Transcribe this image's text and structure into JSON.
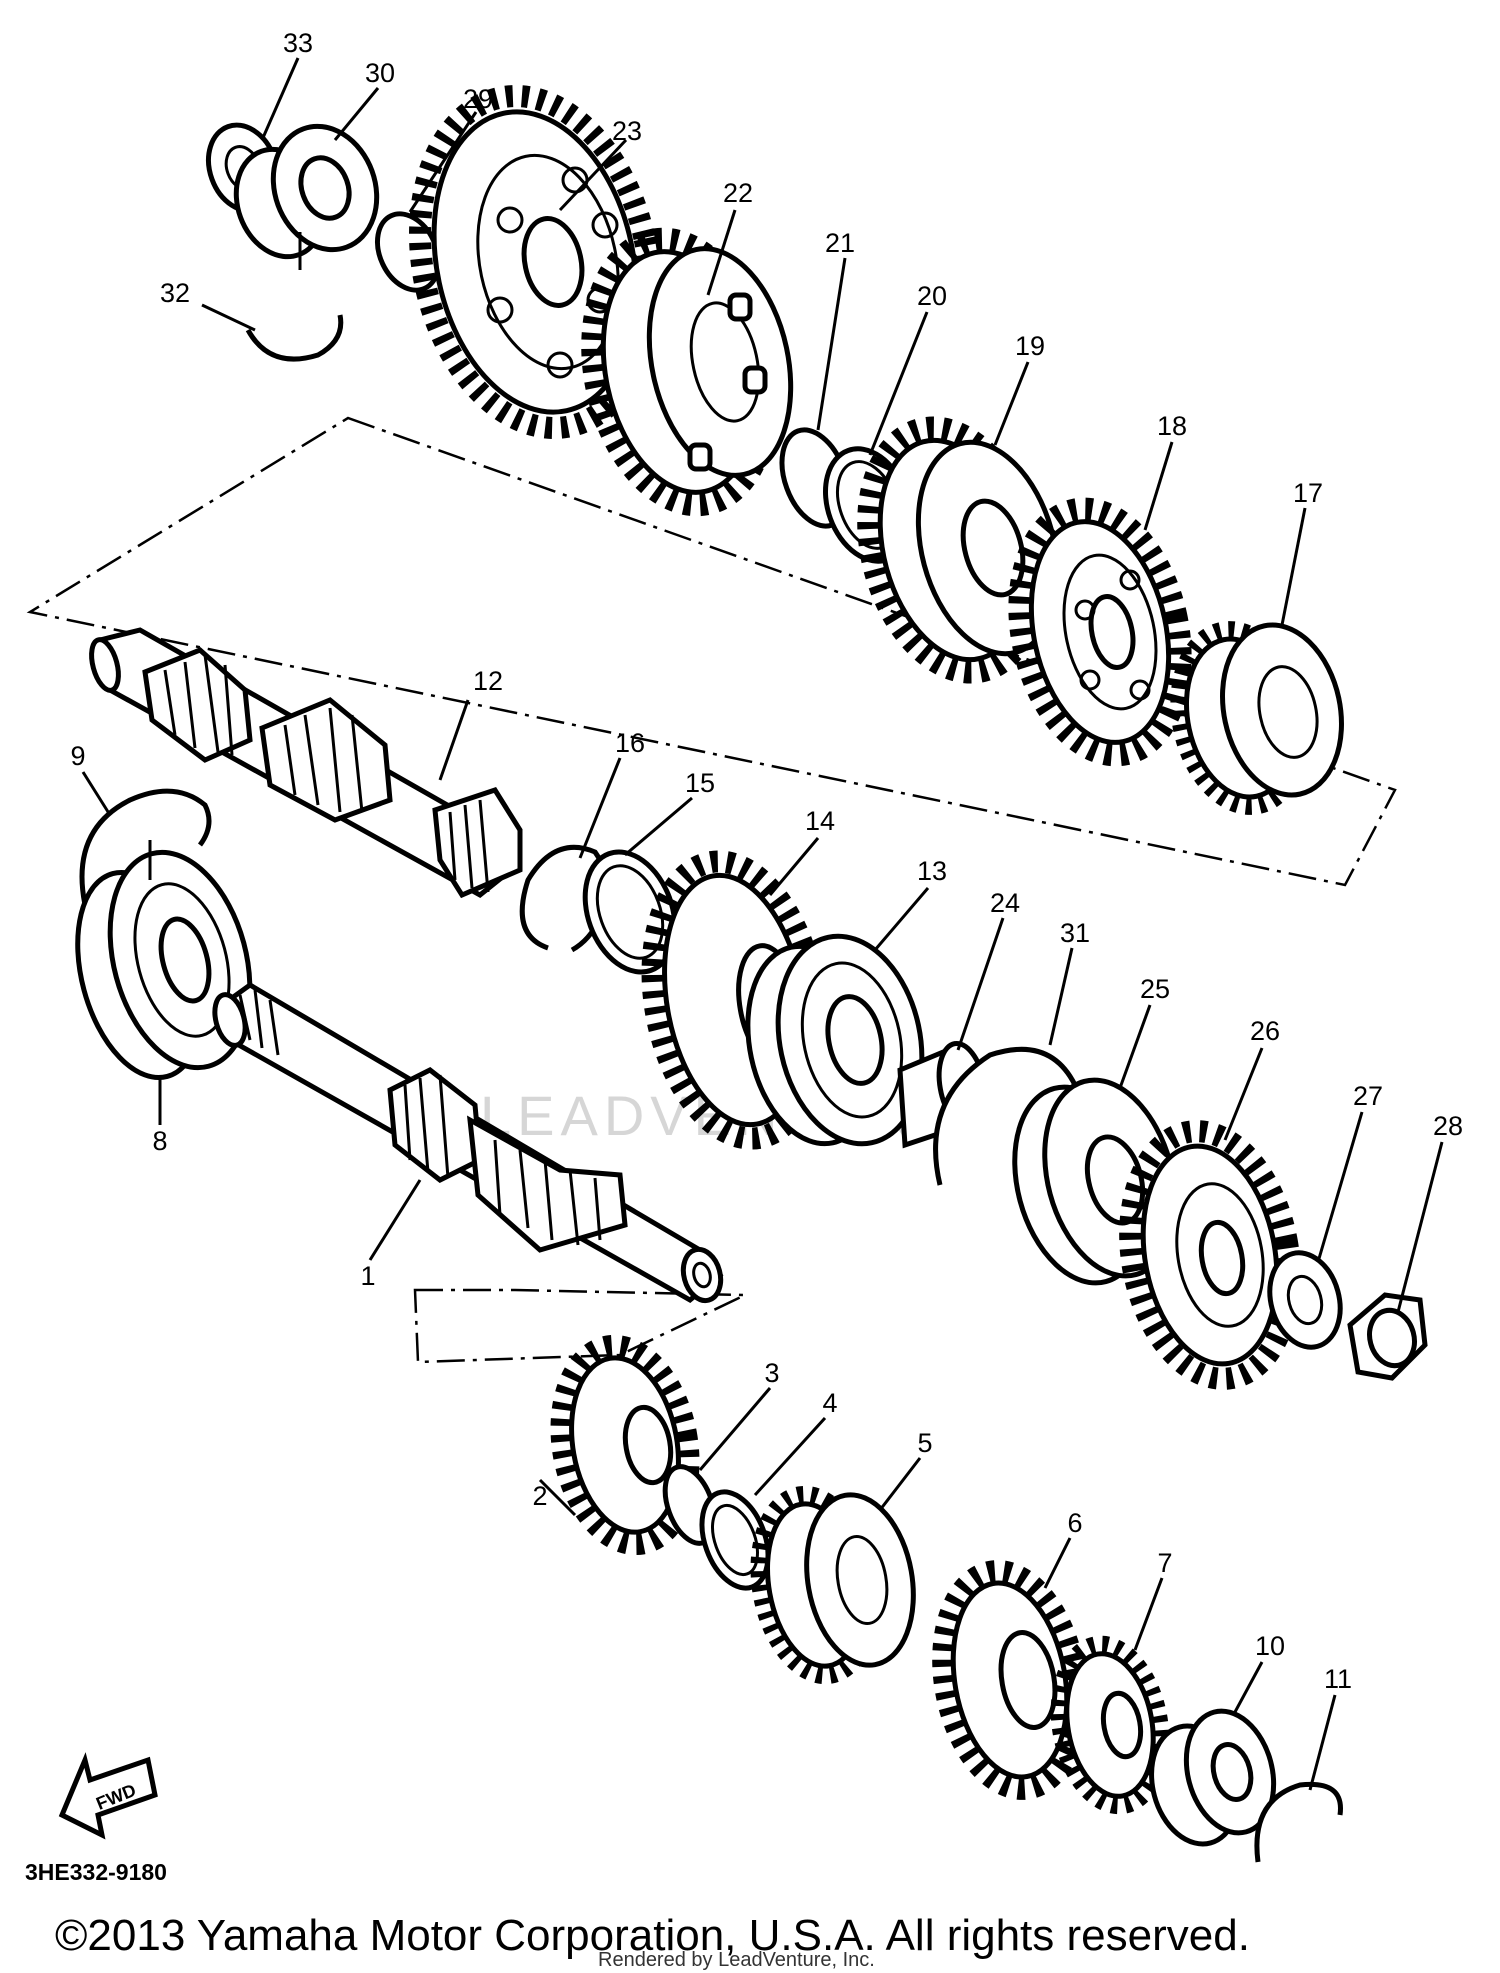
{
  "diagram": {
    "part_number": "3HE332-9180",
    "fwd_label": "FWD",
    "copyright": "©2013 Yamaha Motor Corporation, U.S.A. All rights reserved.",
    "rendered_by": "Rendered by LeadVenture, Inc.",
    "watermark": "LEADVENTURE",
    "callouts": [
      {
        "id": "1",
        "label": "1",
        "part": "main-axle"
      },
      {
        "id": "2",
        "label": "2",
        "part": "gear"
      },
      {
        "id": "3",
        "label": "3",
        "part": "circlip"
      },
      {
        "id": "4",
        "label": "4",
        "part": "washer"
      },
      {
        "id": "5",
        "label": "5",
        "part": "gear"
      },
      {
        "id": "6",
        "label": "6",
        "part": "gear"
      },
      {
        "id": "7",
        "label": "7",
        "part": "gear"
      },
      {
        "id": "8",
        "label": "8",
        "part": "bearing"
      },
      {
        "id": "9",
        "label": "9",
        "part": "circlip"
      },
      {
        "id": "10",
        "label": "10",
        "part": "bearing"
      },
      {
        "id": "11",
        "label": "11",
        "part": "circlip"
      },
      {
        "id": "12",
        "label": "12",
        "part": "drive-axle"
      },
      {
        "id": "13",
        "label": "13",
        "part": "bearing"
      },
      {
        "id": "14",
        "label": "14",
        "part": "gear"
      },
      {
        "id": "15",
        "label": "15",
        "part": "washer"
      },
      {
        "id": "16",
        "label": "16",
        "part": "circlip"
      },
      {
        "id": "17",
        "label": "17",
        "part": "gear"
      },
      {
        "id": "18",
        "label": "18",
        "part": "gear"
      },
      {
        "id": "19",
        "label": "19",
        "part": "gear"
      },
      {
        "id": "20",
        "label": "20",
        "part": "washer"
      },
      {
        "id": "21",
        "label": "21",
        "part": "circlip"
      },
      {
        "id": "22",
        "label": "22",
        "part": "gear"
      },
      {
        "id": "23",
        "label": "23",
        "part": "gear"
      },
      {
        "id": "24",
        "label": "24",
        "part": "collar"
      },
      {
        "id": "25",
        "label": "25",
        "part": "oil-seal"
      },
      {
        "id": "26",
        "label": "26",
        "part": "drive-sprocket"
      },
      {
        "id": "27",
        "label": "27",
        "part": "lock-washer"
      },
      {
        "id": "28",
        "label": "28",
        "part": "nut"
      },
      {
        "id": "29",
        "label": "29",
        "part": "circlip"
      },
      {
        "id": "30",
        "label": "30",
        "part": "bearing"
      },
      {
        "id": "31",
        "label": "31",
        "part": "circlip"
      },
      {
        "id": "32",
        "label": "32",
        "part": "circlip"
      },
      {
        "id": "33",
        "label": "33",
        "part": "oil-seal"
      }
    ]
  }
}
